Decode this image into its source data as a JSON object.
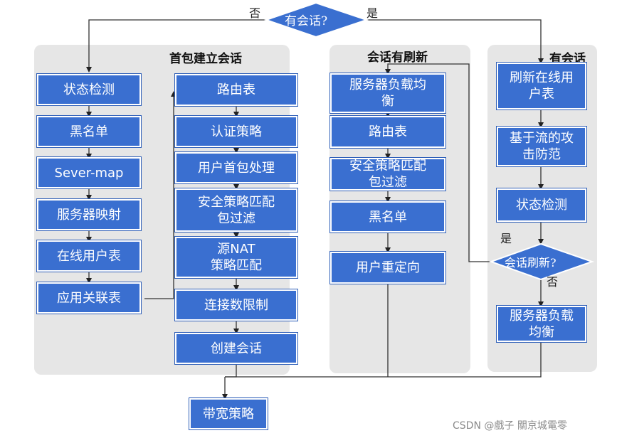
{
  "decision_top": {
    "label": "有会话?",
    "no": "否",
    "yes": "是"
  },
  "panel1": {
    "title": "首包建立会话",
    "left_col": [
      "状态检测",
      "黑名单",
      "Sever-map",
      "服务器映射",
      "在线用户表",
      "应用关联表"
    ],
    "right_col": [
      "路由表",
      "认证策略",
      "用户首包处理",
      "安全策略匹配\n包过滤",
      "源NAT\n策略匹配",
      "连接数限制",
      "创建会话"
    ]
  },
  "panel2": {
    "title": "会话有刷新",
    "items": [
      "服务器负载均\n衡",
      "路由表",
      "安全策略匹配\n包过滤",
      "黑名单",
      "用户重定向"
    ]
  },
  "panel3": {
    "title": "有会话",
    "items": [
      "刷新在线用\n户表",
      "基于流的攻\n击防范",
      "状态检测"
    ],
    "decision": {
      "label": "会话刷新?",
      "yes": "是",
      "no": "否"
    },
    "after": "服务器负载\n均衡"
  },
  "final": "带宽策略",
  "watermark": "CSDN @戲子  關京城電零"
}
